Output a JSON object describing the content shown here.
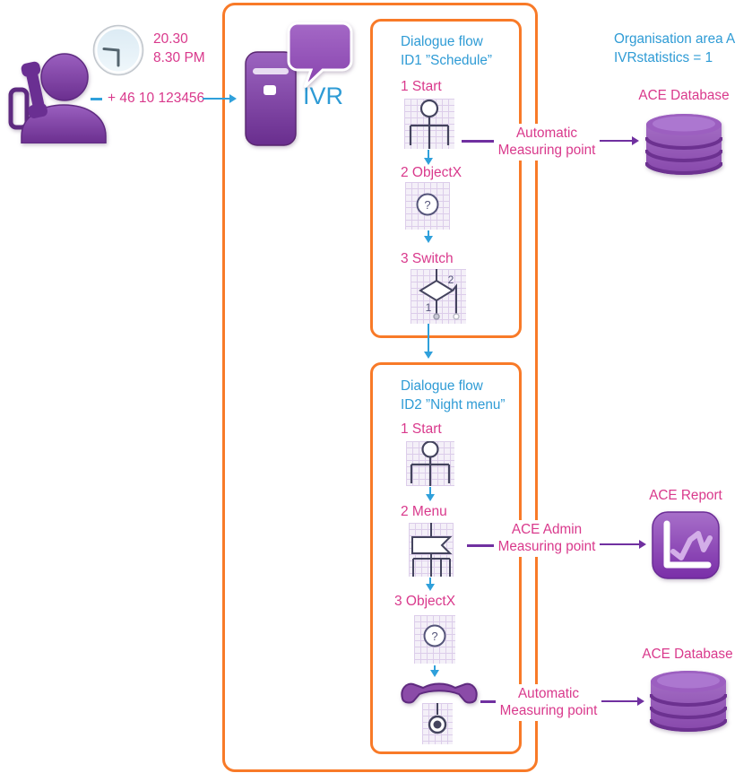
{
  "colors": {
    "orange_border": "#F87A28",
    "blue_text": "#2E9BD5",
    "pink_text": "#D9398C",
    "purple_arrow": "#7030A0",
    "purple_icon": "#8B4BA8",
    "blue_arrow": "#2FA0DB"
  },
  "caller": {
    "time_24h": "20.30",
    "time_12h": "8.30 PM",
    "dialed_number": "+ 46 10 123456"
  },
  "ivr_label": "IVR",
  "organisation": {
    "line1": "Organisation area A",
    "line2": "IVRstatistics = 1"
  },
  "flow1": {
    "title_line1": "Dialogue flow",
    "title_line2": "ID1 ”Schedule”",
    "step1": "1 Start",
    "step2": "2 ObjectX",
    "step3": "3 Switch"
  },
  "flow2": {
    "title_line1": "Dialogue flow",
    "title_line2": "ID2 ”Night menu”",
    "step1": "1 Start",
    "step2": "2 Menu",
    "step3": "3 ObjectX"
  },
  "measuring": {
    "auto_top_line1": "Automatic",
    "auto_top_line2": "Measuring point",
    "admin_line1": "ACE Admin",
    "admin_line2": "Measuring point",
    "auto_bottom_line1": "Automatic",
    "auto_bottom_line2": "Measuring point"
  },
  "targets": {
    "database_top": "ACE Database",
    "report": "ACE Report",
    "database_bottom": "ACE Database"
  },
  "glyphs": {
    "objectx": "?",
    "switch_branch_1": "1",
    "switch_branch_2": "2"
  }
}
